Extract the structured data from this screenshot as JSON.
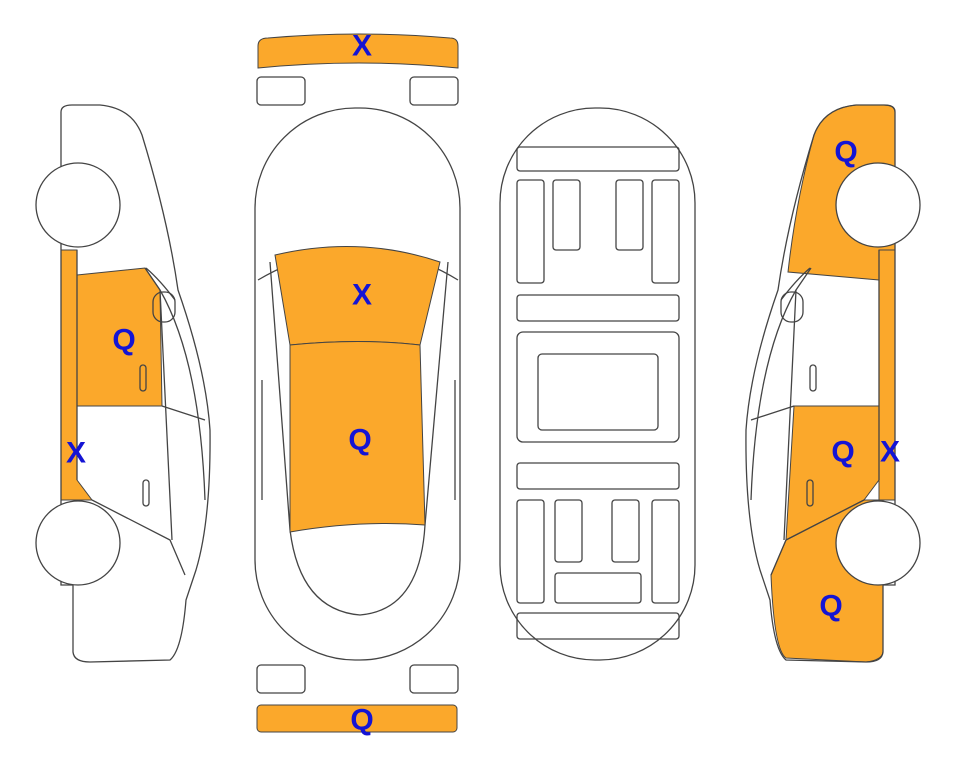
{
  "colors": {
    "damage_fill": "#FBA82B",
    "mark_text": "#1414D4",
    "outline": "#444444"
  },
  "marks": {
    "front_bumper": "X",
    "windshield": "X",
    "roof": "Q",
    "rear_bumper": "Q",
    "left_front_door": "Q",
    "left_rocker": "X",
    "right_front_fender": "Q",
    "right_rear_door": "Q",
    "right_rocker": "X",
    "right_rear_quarter": "Q"
  }
}
